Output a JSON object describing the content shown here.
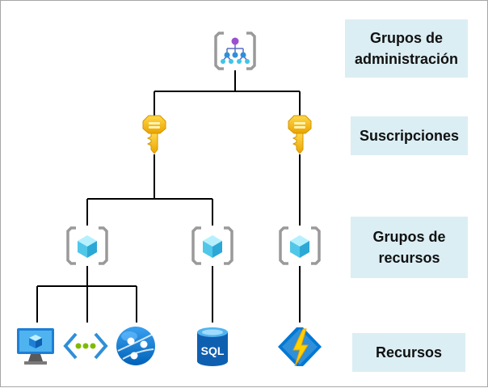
{
  "levels": {
    "management": {
      "line1": "Grupos de",
      "line2": "administración"
    },
    "subscriptions": {
      "text": "Suscripciones"
    },
    "resource_groups": {
      "line1": "Grupos de",
      "line2": "recursos"
    },
    "resources": {
      "text": "Recursos"
    }
  },
  "icons": {
    "root": "management-group-icon",
    "keys": [
      "subscription-key-icon",
      "subscription-key-icon"
    ],
    "resource_groups": [
      "resource-group-icon",
      "resource-group-icon",
      "resource-group-icon"
    ],
    "resources": [
      "virtual-machine-icon",
      "virtual-network-icon",
      "web-app-icon",
      "sql-database-icon",
      "function-app-icon"
    ]
  },
  "sql_label": "SQL",
  "colors": {
    "label_background": "#dbeef4",
    "key": "#f5b800",
    "cube": "#50c7e8",
    "bracket": "#a0a0a0",
    "azure_blue": "#0078d4"
  }
}
